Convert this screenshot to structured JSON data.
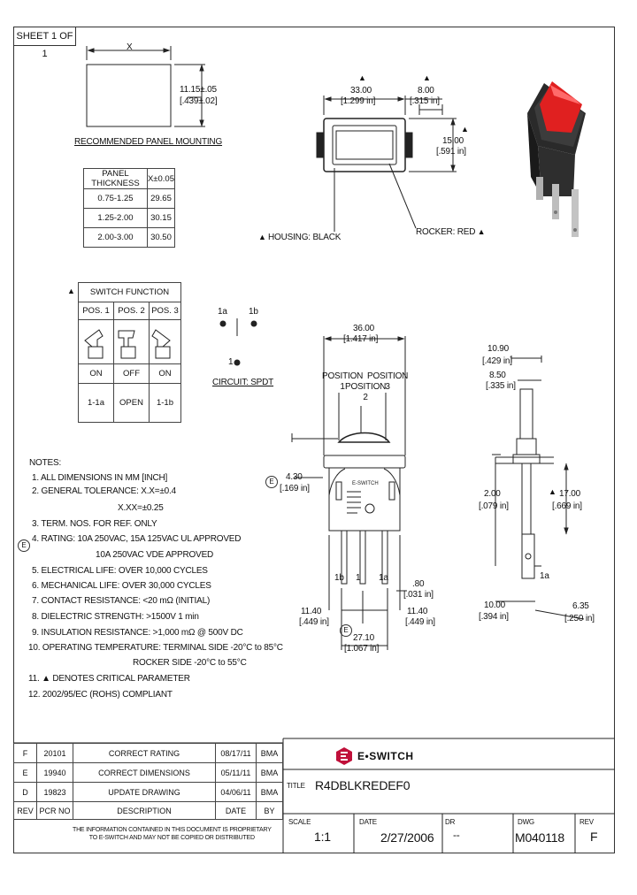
{
  "sheet": "SHEET 1 OF 1",
  "panel": {
    "x_label": "X",
    "height_dim": "11.15±.05",
    "height_dim_in": "[.439±.02]",
    "caption": "RECOMMENDED PANEL MOUNTING",
    "table_headers": [
      "PANEL THICKNESS",
      "X±0.05"
    ],
    "table_rows": [
      [
        "0.75-1.25",
        "29.65"
      ],
      [
        "1.25-2.00",
        "30.15"
      ],
      [
        "2.00-3.00",
        "30.50"
      ]
    ]
  },
  "top_view": {
    "width_dim": "33.00",
    "width_dim_in": "[1.299 in]",
    "depth_dim": "8.00",
    "depth_dim_in": "[.315 in]",
    "height_dim": "15.00",
    "height_dim_in": "[.591 in]",
    "housing_label": "HOUSING: BLACK",
    "rocker_label": "ROCKER: RED"
  },
  "switch_function": {
    "title": "SWITCH FUNCTION",
    "positions": [
      "POS. 1",
      "POS. 2",
      "POS. 3"
    ],
    "states": [
      "ON",
      "OFF",
      "ON"
    ],
    "circuits": [
      "1-1a",
      "OPEN",
      "1-1b"
    ]
  },
  "circuit": {
    "t1a": "1a",
    "t1b": "1b",
    "t1": "1",
    "label": "CIRCUIT: SPDT"
  },
  "front_view": {
    "width_dim": "36.00",
    "width_dim_in": "[1.417 in]",
    "pos1": "POSITION\n1",
    "pos2": "POSITION\n2",
    "pos3": "POSITION\n3",
    "tab_dim": "4.30",
    "tab_dim_in": "[.169 in]",
    "term_1b": "1b",
    "term_1": "1",
    "term_1a": "1a",
    "thk_dim": ".80",
    "thk_dim_in": "[.031 in]",
    "left_dim": "11.40",
    "left_dim_in": "[.449 in]",
    "right_dim": "11.40",
    "right_dim_in": "[.449 in]",
    "span_dim": "27.10",
    "span_dim_in": "[1.067 in]",
    "marking": "E-SWITCH"
  },
  "side_view": {
    "d1": "10.90",
    "d1_in": "[.429 in]",
    "d2": "8.50",
    "d2_in": "[.335 in]",
    "d3": "2.00",
    "d3_in": "[.079 in]",
    "d4": "17.00",
    "d4_in": "[.669 in]",
    "d5": "10.00",
    "d5_in": "[.394 in]",
    "d6": "6.35",
    "d6_in": "[.250 in]",
    "term": "1a"
  },
  "notes": {
    "title": "NOTES:",
    "lines": [
      "1. ALL DIMENSIONS IN MM [INCH]",
      "2. GENERAL TOLERANCE: X.X=±0.4",
      "X.XX=±0.25",
      "3. TERM. NOS. FOR REF. ONLY",
      "4. RATING: 10A 250VAC, 15A 125VAC UL APPROVED",
      "10A 250VAC VDE APPROVED",
      "5. ELECTRICAL LIFE: OVER 10,000 CYCLES",
      "6. MECHANICAL LIFE: OVER 30,000 CYCLES",
      "7. CONTACT RESISTANCE: <20 mΩ (INITIAL)",
      "8. DIELECTRIC STRENGTH: >1500V 1 min",
      "9. INSULATION RESISTANCE: >1,000 mΩ @ 500V DC",
      "10. OPERATING TEMPERATURE: TERMINAL SIDE -20°C to 85°C",
      "ROCKER SIDE -20°C to 55°C",
      "11. ▲ DENOTES CRITICAL PARAMETER",
      "12. 2002/95/EC (ROHS) COMPLIANT"
    ]
  },
  "revisions": {
    "rows": [
      [
        "F",
        "20101",
        "CORRECT RATING",
        "08/17/11",
        "BMA"
      ],
      [
        "E",
        "19940",
        "CORRECT DIMENSIONS",
        "05/11/11",
        "BMA"
      ],
      [
        "D",
        "19823",
        "UPDATE DRAWING",
        "04/06/11",
        "BMA"
      ]
    ],
    "headers": [
      "REV",
      "PCR NO",
      "DESCRIPTION",
      "DATE",
      "BY"
    ],
    "proprietary": "THE INFORMATION CONTAINED IN THIS DOCUMENT IS PROPRIETARY\nTO E-SWITCH AND MAY NOT BE COPIED OR DISTRIBUTED"
  },
  "title_block": {
    "brand": "E•SWITCH",
    "title_label": "TITLE",
    "title": "R4DBLKREDEF0",
    "scale_label": "SCALE",
    "scale": "1:1",
    "date_label": "DATE",
    "date": "2/27/2006",
    "dr_label": "DR",
    "dr": "--",
    "dwg_label": "DWG",
    "dwg": "M040118",
    "rev_label": "REV",
    "rev": "F"
  },
  "colors": {
    "rocker": "#e02020",
    "housing": "#2a2a2a",
    "line": "#222222",
    "brand": "#c0103a"
  }
}
